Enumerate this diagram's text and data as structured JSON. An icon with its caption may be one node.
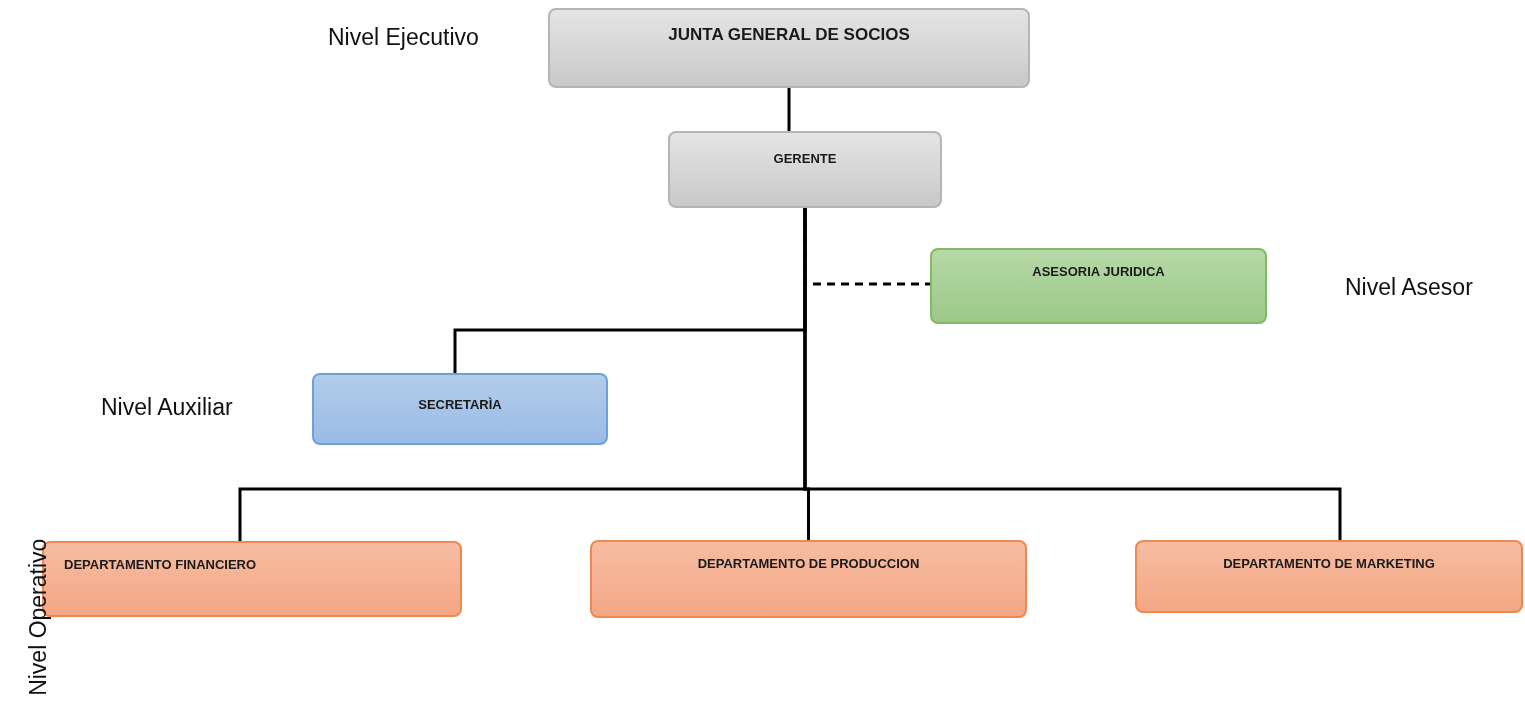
{
  "diagram": {
    "nodes": [
      {
        "text": [
          "JUNTA GENERAL DE SOCIOS"
        ]
      },
      {
        "text": [
          "GERENTE"
        ]
      },
      {
        "text": [
          "ASESORIA JURIDICA"
        ]
      },
      {
        "text": [
          "SECRETARÌA"
        ]
      },
      {
        "text": [
          "DEPARTAMENTO FINANCIERO"
        ]
      },
      {
        "text": [
          "DEPARTAMENTO DE PRODUCCION"
        ]
      },
      {
        "text": [
          "DEPARTAMENTO DE MARKETING"
        ]
      }
    ],
    "edges": [
      {
        "from": 0,
        "to": 1,
        "arrow": "none"
      },
      {
        "from": 1,
        "to": 2,
        "arrow": "none",
        "style": "dashed"
      },
      {
        "from": 1,
        "to": 3,
        "arrow": "none"
      },
      {
        "from": 1,
        "to": 4,
        "arrow": "none"
      },
      {
        "from": 1,
        "to": 5,
        "arrow": "none"
      },
      {
        "from": 1,
        "to": 6,
        "arrow": "none"
      }
    ],
    "labels": [
      "Nivel Ejecutivo",
      "Nivel Asesor",
      "Nivel Auxiliar",
      "Nivel Operativo"
    ]
  }
}
